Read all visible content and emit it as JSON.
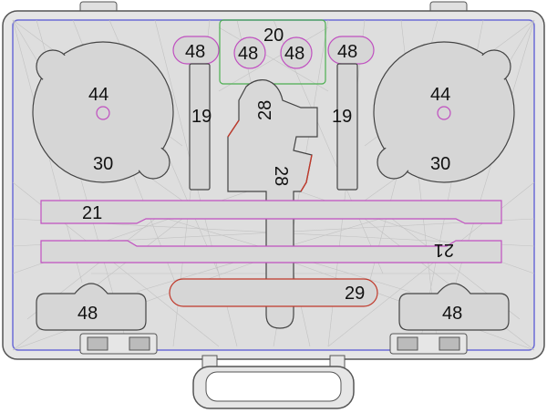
{
  "colors": {
    "background": "#ffffff",
    "case_fill": "#dcdcdc",
    "case_stroke": "#555555",
    "mesh": "#bdbdbd",
    "pocket_fill": "#d6d6d6",
    "pocket_stroke": "#444444",
    "outline_blue": "#6b6bd6",
    "outline_magenta": "#c050c0",
    "outline_green": "#4caf50",
    "outline_red": "#c0392b"
  },
  "labels": {
    "top_group": "20",
    "top_left_pill": "48",
    "top_center_left": "48",
    "top_center_right": "48",
    "top_right_pill": "48",
    "left_circle_upper": "44",
    "left_circle_lower": "30",
    "right_circle_upper": "44",
    "right_circle_lower": "30",
    "left_slot": "19",
    "right_slot": "19",
    "wrench_head": "28",
    "wrench_shaft": "28",
    "upper_bar": "21",
    "lower_bar": "21",
    "red_pill": "29",
    "bottom_left_box": "48",
    "bottom_right_box": "48"
  }
}
